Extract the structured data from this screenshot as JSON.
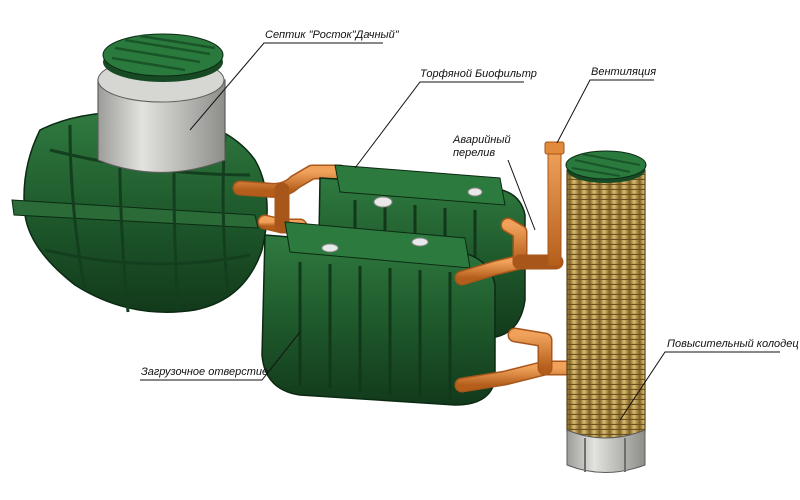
{
  "labels": {
    "septic": "Септик \"Росток\"Дачный\"",
    "biofilter": "Торфяной Биофильтр",
    "ventilation": "Вентиляция",
    "overflow_line1": "Аварийный",
    "overflow_line2": "перелив",
    "loading_hatch": "Загрузочное отверстие",
    "pressure_well": "Повысительный колодец"
  },
  "colors": {
    "tank_green": "#1f5a2c",
    "pipe_orange": "#d2772c",
    "well_gold": "#c9a95a",
    "riser_grey": "#c9c9c6"
  }
}
